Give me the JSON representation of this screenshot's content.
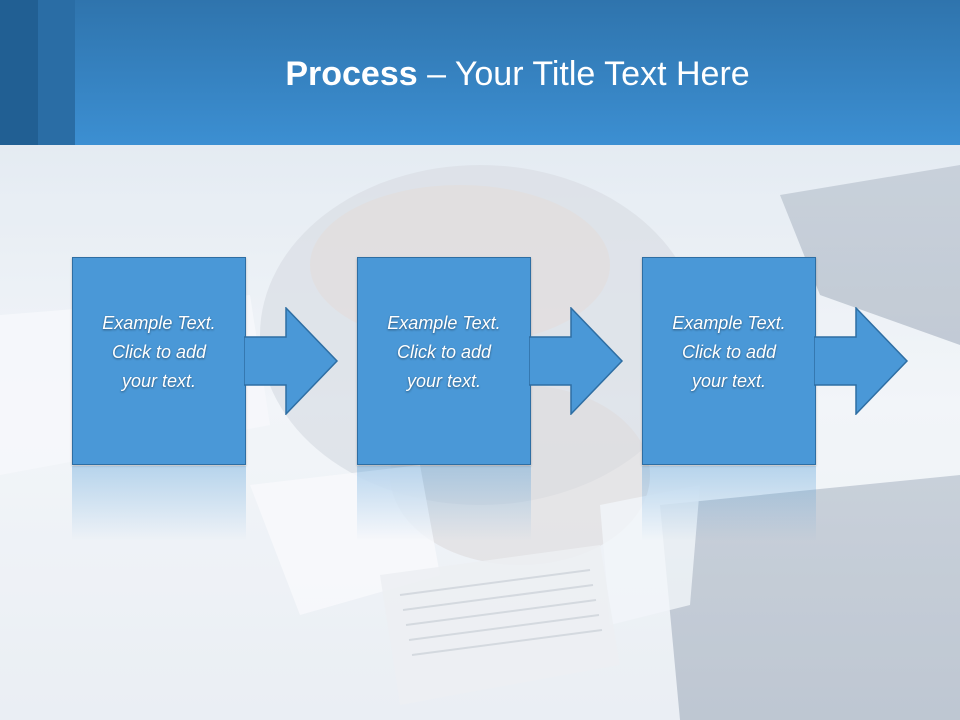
{
  "slide": {
    "title_bold": "Process",
    "title_rest": " – Your Title Text Here"
  },
  "steps": [
    {
      "text": "Example Text.\nClick  to add\nyour text."
    },
    {
      "text": "Example Text.\nClick  to add\nyour text."
    },
    {
      "text": "Example Text.\nClick  to add\nyour text."
    }
  ],
  "colors": {
    "header": "#3c8fd2",
    "box_fill": "#4a98d7",
    "box_border": "#2e6ea3",
    "text": "#ffffff"
  },
  "icons": [
    "right-arrow-icon"
  ]
}
